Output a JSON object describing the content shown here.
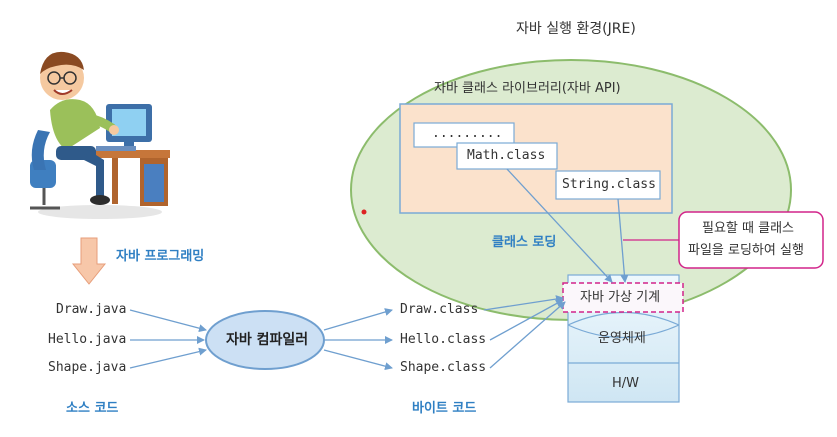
{
  "jre": {
    "title": "자바 실행 환경(JRE)"
  },
  "api": {
    "title": "자바 클래스 라이브러리(자바 API)",
    "items": [
      ".........",
      "Math.class",
      "String.class"
    ]
  },
  "programmer": {
    "caption": "자바 프로그래밍"
  },
  "sources": {
    "files": [
      "Draw.java",
      "Hello.java",
      "Shape.java"
    ],
    "label": "소스 코드"
  },
  "compiler": {
    "label": "자바 컴파일러"
  },
  "bytecode": {
    "files": [
      "Draw.class",
      "Hello.class",
      "Shape.class"
    ],
    "label": "바이트 코드"
  },
  "loading": {
    "label": "클래스 로딩"
  },
  "callout": {
    "line1": "필요할 때 클래스",
    "line2": "파일을 로딩하여 실행"
  },
  "stack": {
    "jvm": "자바 가상 기계",
    "os": "운영체제",
    "hw": "H/W"
  },
  "colors": {
    "jre_fill": "#dcebd0",
    "jre_stroke": "#8cbc6c",
    "api_fill": "#fbe2cc",
    "api_stroke": "#7aaad6",
    "accent_blue": "#2f7fc3",
    "callout_stroke": "#d2248a",
    "stack_fill": "#d6ecf7",
    "compiler_fill": "#cce0f4"
  }
}
